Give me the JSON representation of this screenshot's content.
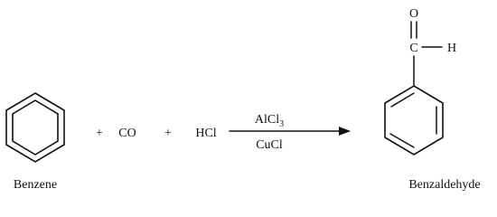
{
  "reaction": {
    "reactant_1": "Benzene",
    "plus_1": "+",
    "reactant_2": "CO",
    "plus_2": "+",
    "reactant_3": "HCl",
    "catalyst_1": "AlCl",
    "catalyst_1_subscript": "3",
    "catalyst_2": "CuCl",
    "product": "Benzaldehyde",
    "aldehyde_oxygen": "O",
    "aldehyde_carbon": "C",
    "aldehyde_hydrogen": "H"
  }
}
